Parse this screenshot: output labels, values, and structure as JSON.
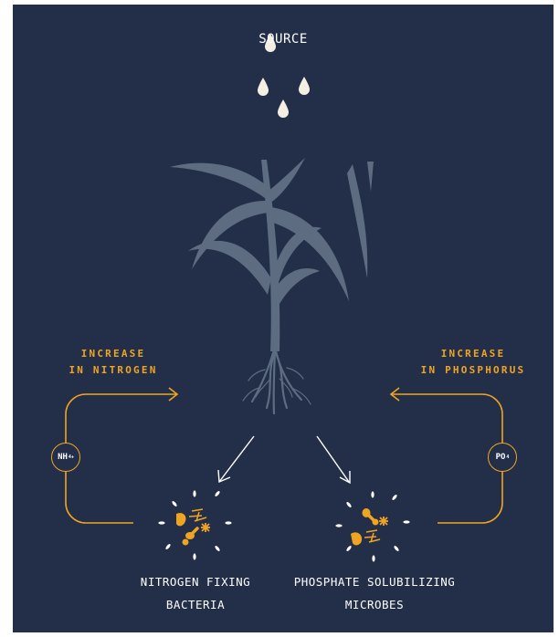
{
  "source_label": "SOURCE",
  "left_loop": {
    "label_line1": "INCREASE",
    "label_line2": "IN NITROGEN",
    "badge_main": "NH",
    "badge_sup": "4+"
  },
  "right_loop": {
    "label_line1": "INCREASE",
    "label_line2": "IN PHOSPHORUS",
    "badge_main": "PO",
    "badge_sup": "4"
  },
  "left_cluster": {
    "line1": "NITROGEN FIXING",
    "line2": "BACTERIA"
  },
  "right_cluster": {
    "line1": "PHOSPHATE SOLUBILIZING",
    "line2": "MICROBES"
  },
  "colors": {
    "background": "#232e49",
    "accent": "#f0a521",
    "plant": "#5d6c80",
    "text": "#ffffff"
  }
}
